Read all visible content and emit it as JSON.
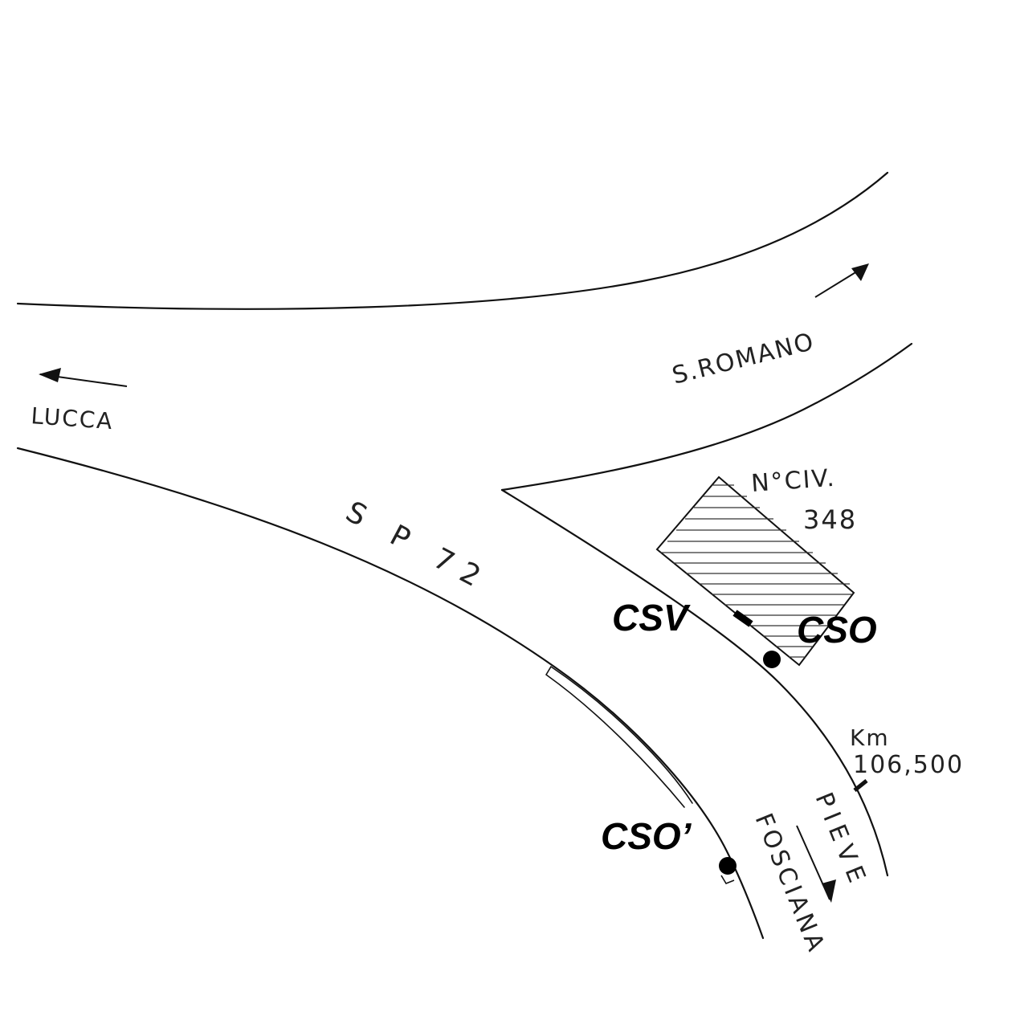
{
  "map": {
    "destinations": {
      "lucca": "LUCCA",
      "san_romano": "S.ROMANO",
      "pieve": "PIEVE",
      "fosciana": "FOSCIANA"
    },
    "road_name": "S P 72",
    "building": {
      "label": "N°CIV.",
      "number": "348"
    },
    "kilometre": {
      "label": "Km",
      "value": "106,500"
    },
    "points": {
      "csv": "CSV",
      "cso": "CSO",
      "cso_prime": "CSO’"
    }
  }
}
